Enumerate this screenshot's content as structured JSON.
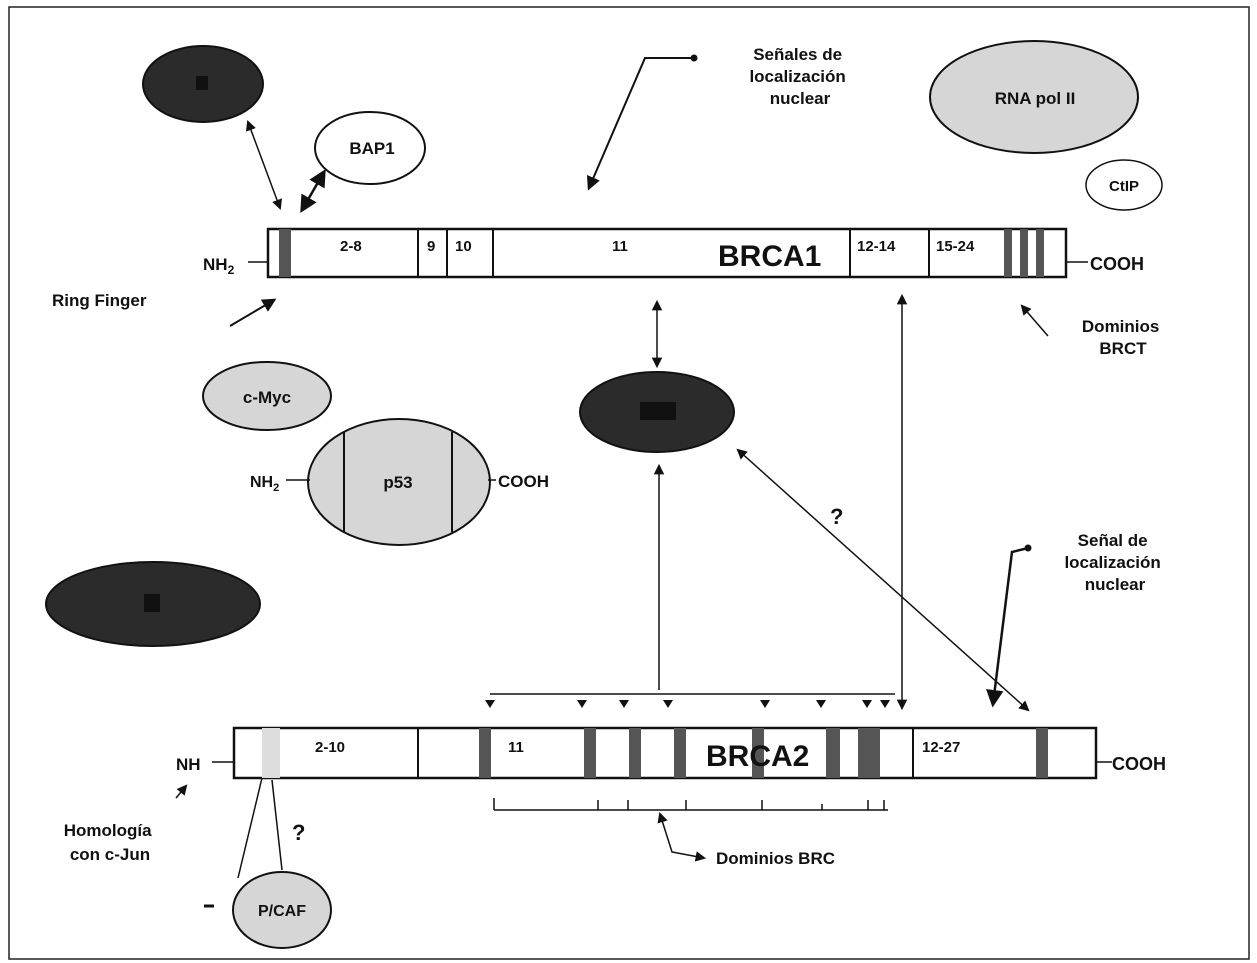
{
  "brca1": {
    "name": "BRCA1",
    "n_term": "NH",
    "n_term_sub": "2",
    "c_term": "COOH",
    "exons": [
      "2-8",
      "9",
      "10",
      "11",
      "12-14",
      "15-24"
    ],
    "ring_finger": "Ring Finger",
    "brct": [
      "Dominios",
      "BRCT"
    ],
    "nls": [
      "Señales de",
      "localización",
      "nuclear"
    ]
  },
  "brca2": {
    "name": "BRCA2",
    "n_term": "NH",
    "c_term": "COOH",
    "exons": [
      "2-10",
      "11",
      "12-27"
    ],
    "brc_domains": "Dominios BRC",
    "nls": [
      "Señal de",
      "localización",
      "nuclear"
    ],
    "cjun": [
      "Homología",
      "con c-Jun"
    ]
  },
  "partners": {
    "bap1": "BAP1",
    "rna_pol": "RNA pol II",
    "ctip": "CtIP",
    "cmyc": "c-Myc",
    "p53": "p53",
    "p53_n": "NH",
    "p53_n_sub": "2",
    "p53_c": "COOH",
    "pcaf": "P/CAF"
  },
  "marks": {
    "q1": "?",
    "q2": "?"
  },
  "colors": {
    "dark": "#2b2b2b",
    "grey": "#d6d6d6",
    "band": "#555555",
    "line": "#111111"
  }
}
